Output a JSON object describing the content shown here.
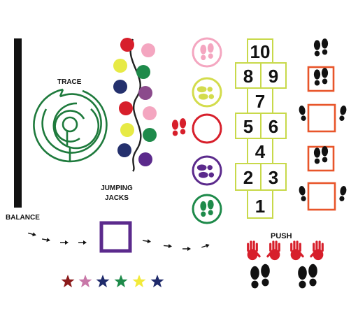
{
  "labels": {
    "trace": "TRACE",
    "balance": "BALANCE",
    "jumping_jacks_line1": "JUMPING",
    "jumping_jacks_line2": "JACKS",
    "push": "PUSH"
  },
  "hopscotch": {
    "numbers": [
      "10",
      "8",
      "9",
      "7",
      "5",
      "6",
      "4",
      "2",
      "3",
      "1"
    ]
  },
  "colors": {
    "green": "#1e7a3c",
    "purple": "#5b2a8c",
    "red": "#c8102e",
    "yellow": "#e5ea3a",
    "navy": "#1f2a6b",
    "pink": "#f4a6c0",
    "orange": "#e8552a",
    "lime_outline": "#c8d94a"
  },
  "dots": {
    "left_column": [
      "#d71f2b",
      "#e7ea45",
      "#24306d",
      "#d71f2b",
      "#e7ea45",
      "#24306d"
    ],
    "right_column": [
      "#f4a6c0",
      "#1e8a4a",
      "#8b4a8c",
      "#f4a6c0",
      "#1e8a4a",
      "#5b2a8c"
    ]
  },
  "stars": [
    "#8b1a1a",
    "#c878a8",
    "#1f2a6b",
    "#1e8a4a",
    "#f2ea3a",
    "#1f2a6b"
  ],
  "icons": {
    "trace": "spiral-maze-icon",
    "feet_circles": [
      "pink-footprints-icon",
      "yellow-footprints-icon",
      "empty-circle-icon",
      "purple-footprints-icon",
      "green-footprints-icon"
    ],
    "hands": "red-handprint-icon",
    "shoes": "black-shoeprint-icon"
  }
}
